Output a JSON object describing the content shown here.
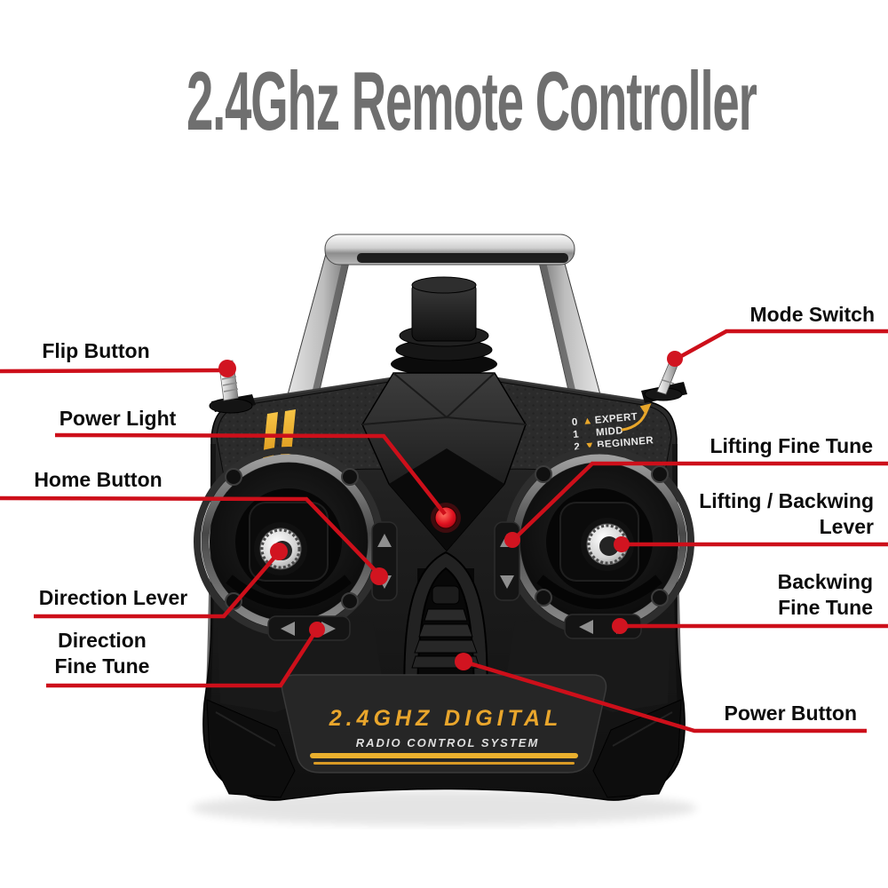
{
  "title": "2.4Ghz Remote Controller",
  "callouts": {
    "flip_button": "Flip Button",
    "power_light": "Power Light",
    "home_button": "Home Button",
    "direction_lever": "Direction Lever",
    "direction_fine_tune": {
      "line1": "Direction",
      "line2": "Fine Tune"
    },
    "mode_switch": "Mode Switch",
    "lifting_fine_tune": "Lifting Fine Tune",
    "lifting_backwing_lever": {
      "line1": "Lifting / Backwing",
      "line2": "Lever"
    },
    "backwing_fine_tune": {
      "line1": "Backwing",
      "line2": "Fine Tune"
    },
    "power_button": "Power Button"
  },
  "device": {
    "mode_legend": {
      "rows": [
        {
          "num": "0",
          "arrow": "▲",
          "label": "EXPERT"
        },
        {
          "num": "1",
          "arrow": "",
          "label": "MIDD"
        },
        {
          "num": "2",
          "arrow": "▼",
          "label": "BEGINNER"
        }
      ]
    },
    "branding": {
      "line1": "2.4GHZ DIGITAL",
      "line2": "RADIO CONTROL SYSTEM"
    }
  },
  "colors": {
    "callout_red": "#cd0f1a",
    "accent_gold": "#e8a62a",
    "title_gray": "#6f6f6f",
    "body_black": "#1c1c1c"
  }
}
